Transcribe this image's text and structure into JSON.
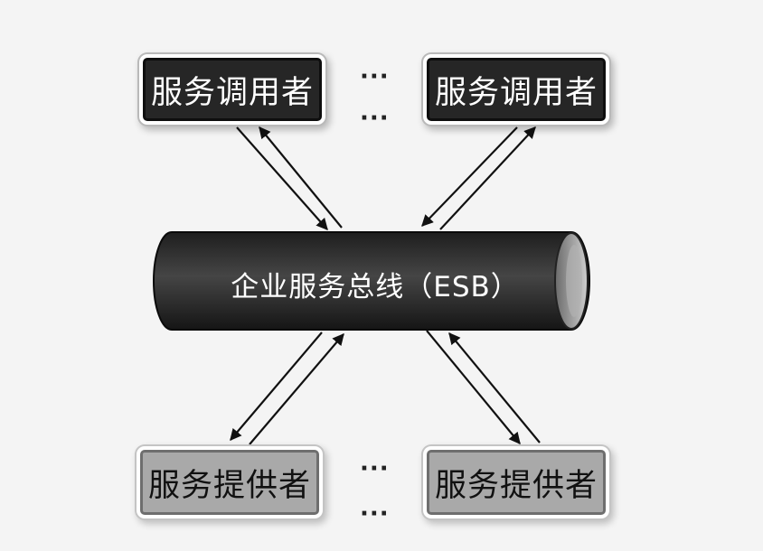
{
  "bus": {
    "label": "企业服务总线（ESB）"
  },
  "consumers": [
    {
      "label": "服务调用者"
    },
    {
      "label": "服务调用者"
    }
  ],
  "providers": [
    {
      "label": "服务提供者"
    },
    {
      "label": "服务提供者"
    }
  ],
  "ellipsis": "···",
  "colors": {
    "bus_body": "#2a2a2a",
    "consumer_fill": "#262626",
    "provider_fill": "#a9a9a9",
    "arrow": "#111111"
  }
}
